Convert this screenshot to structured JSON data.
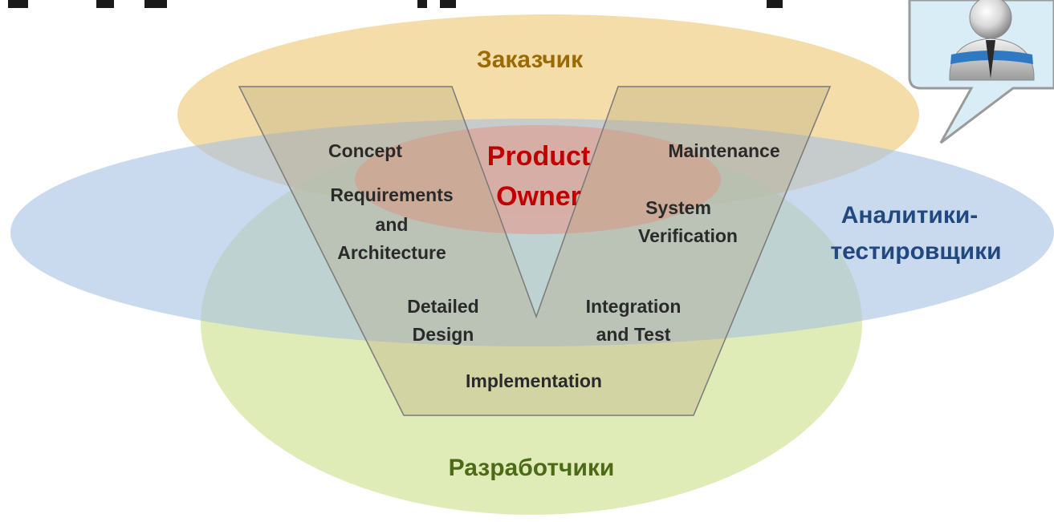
{
  "groups": {
    "customer": "Заказчик",
    "analysts_line1": "Аналитики-",
    "analysts_line2": "тестировщики",
    "developers": "Разработчики",
    "product_owner_line1": "Product",
    "product_owner_line2": "Owner"
  },
  "v_model": {
    "concept": "Concept",
    "requirements_line1": "Requirements",
    "requirements_line2": "and",
    "requirements_line3": "Architecture",
    "detailed_line1": "Detailed",
    "detailed_line2": "Design",
    "implementation": "Implementation",
    "integration_line1": "Integration",
    "integration_line2": "and Test",
    "system_line1": "System",
    "system_line2": "Verification",
    "maintenance": "Maintenance"
  },
  "colors": {
    "customer_fill": "#f3d9a0",
    "analysts_fill": "#a7c1e3",
    "developers_fill": "#d5e59f",
    "product_owner_fill": "#e39c93",
    "v_fill": "#b3a37d",
    "customer_text": "#9a6a05",
    "analysts_text": "#22497f",
    "developers_text": "#4d6a16",
    "product_owner_text": "#c00000",
    "label_text": "#2a2a2a"
  },
  "icons": {
    "user": "user-icon",
    "speech_bubble": "speech-bubble"
  }
}
